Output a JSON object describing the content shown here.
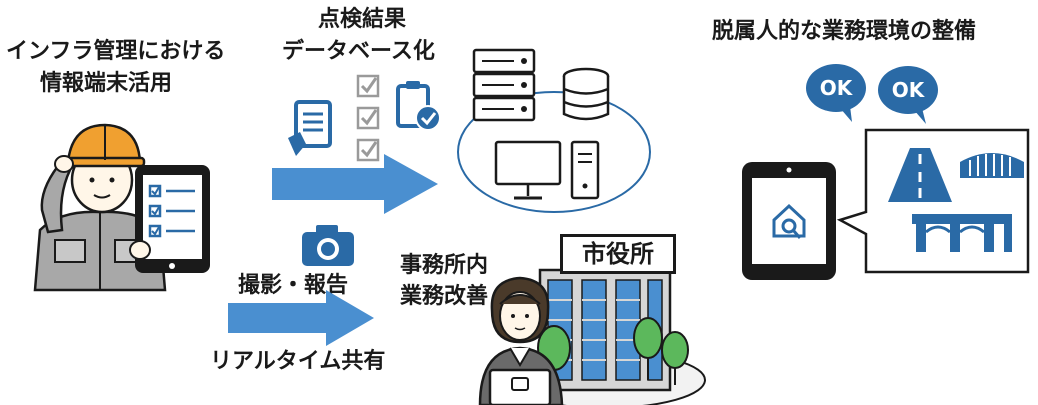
{
  "labels": {
    "infra_line1": "インフラ管理における",
    "infra_line2": "情報端末活用",
    "db_line1": "点検結果",
    "db_line2": "データベース化",
    "photo_report": "撮影・報告",
    "realtime_share": "リアルタイム共有",
    "office_line1": "事務所内",
    "office_line2": "業務改善",
    "city_hall": "市役所",
    "work_env": "脱属人的な業務環境の整備",
    "ok1": "OK",
    "ok2": "OK"
  },
  "icons": {
    "worker": "worker-with-tablet-icon",
    "camera": "camera-icon",
    "document": "document-icon",
    "checklist": "checklist-icon",
    "clipboard": "clipboard-check-icon",
    "server": "server-icon",
    "database": "database-icon",
    "monitor": "monitor-icon",
    "tower": "pc-tower-icon",
    "building": "city-hall-building-icon",
    "office_worker": "office-worker-laptop-icon",
    "tablet": "tablet-search-icon",
    "road": "road-icon",
    "bridge": "bridge-icon"
  },
  "colors": {
    "blue": "#2a6aa6",
    "light_blue": "#4a8fd0",
    "green": "#5cb85c",
    "orange": "#f0a030",
    "dark": "#1a1a1a"
  }
}
